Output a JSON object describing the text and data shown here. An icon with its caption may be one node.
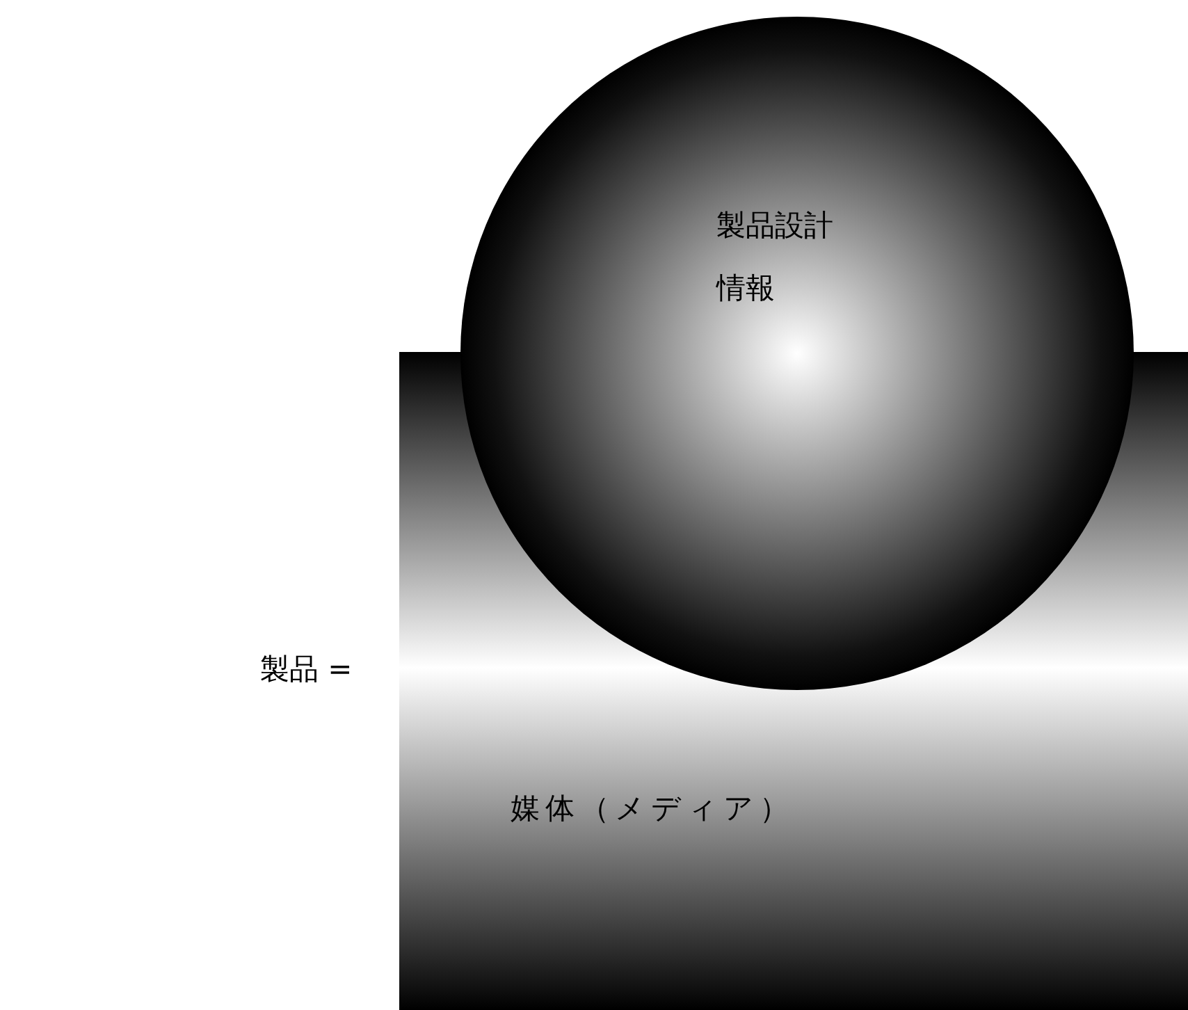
{
  "diagram": {
    "nodes": [
      {
        "text": [
          "製品設計情報"
        ]
      },
      {
        "text": [
          "媒体（メディア）"
        ]
      }
    ],
    "labels": [
      "製品 ="
    ]
  }
}
